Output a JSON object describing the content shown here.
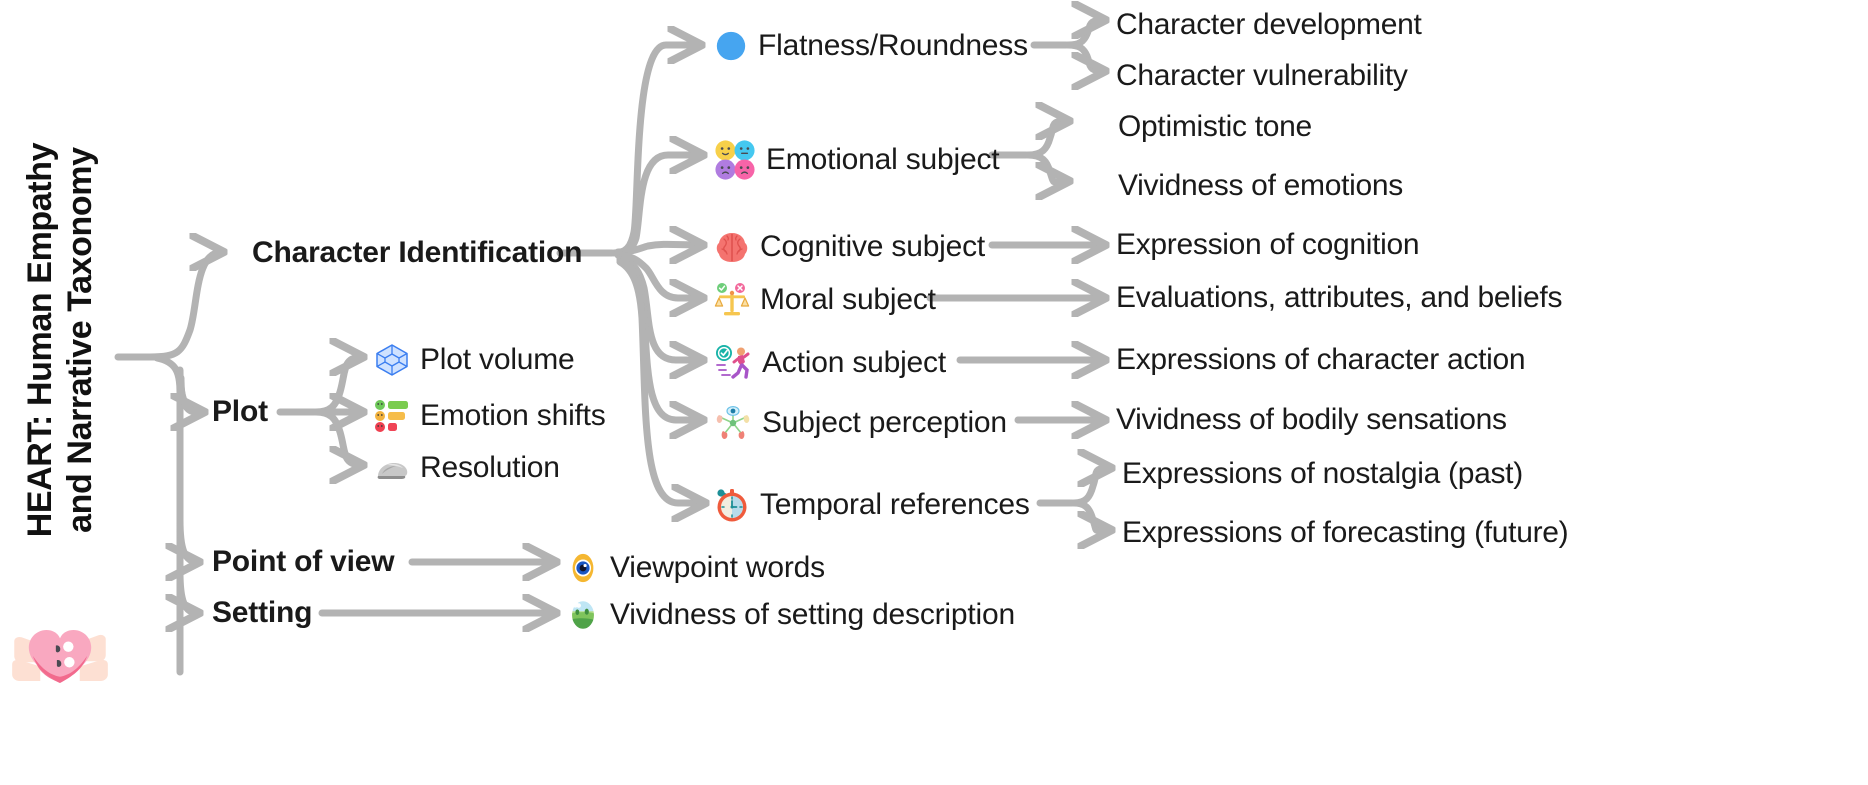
{
  "diagram": {
    "title": "HEART: Human Empathy and Narrative Taxonomy",
    "root_label_line1": "HEART: Human Empathy",
    "root_label_line2": "and Narrative Taxonomy",
    "root_icon": "heart-in-hands-icon",
    "connector_color": "#b3b3b3",
    "text_color": "#1a1a1a"
  },
  "branches": {
    "character_identification": {
      "label": "Character Identification",
      "children": {
        "flatness_roundness": {
          "label": "Flatness/Roundness",
          "icon": "blue-circle-icon",
          "leaves": [
            "Character development",
            "Character vulnerability"
          ]
        },
        "emotional_subject": {
          "label": "Emotional subject",
          "icon": "emotion-faces-cluster-icon",
          "leaves": [
            "Optimistic tone",
            "Vividness of emotions"
          ]
        },
        "cognitive_subject": {
          "label": "Cognitive subject",
          "icon": "brain-icon",
          "leaves": [
            "Expression of cognition"
          ]
        },
        "moral_subject": {
          "label": "Moral subject",
          "icon": "balance-scale-icon",
          "leaves": [
            "Evaluations, attributes, and beliefs"
          ]
        },
        "action_subject": {
          "label": "Action subject",
          "icon": "running-person-check-icon",
          "leaves": [
            "Expressions of character action"
          ]
        },
        "subject_perception": {
          "label": "Subject perception",
          "icon": "five-senses-icon",
          "leaves": [
            "Vividness of bodily sensations"
          ]
        },
        "temporal_references": {
          "label": "Temporal references",
          "icon": "alarm-clock-icon",
          "leaves": [
            "Expressions of nostalgia (past)",
            "Expressions of forecasting (future)"
          ]
        }
      }
    },
    "plot": {
      "label": "Plot",
      "children": {
        "plot_volume": {
          "label": "Plot volume",
          "icon": "wireframe-cube-icon",
          "leaves": []
        },
        "emotion_shifts": {
          "label": "Emotion shifts",
          "icon": "emotion-bar-list-icon",
          "leaves": []
        },
        "resolution": {
          "label": "Resolution",
          "icon": "rock-icon",
          "leaves": []
        }
      }
    },
    "point_of_view": {
      "label": "Point of view",
      "children": {
        "viewpoint_words": {
          "label": "Viewpoint words",
          "icon": "eye-icon",
          "leaves": []
        }
      }
    },
    "setting": {
      "label": "Setting",
      "children": {
        "vividness_of_setting": {
          "label": "Vividness of setting description",
          "icon": "landscape-icon",
          "leaves": []
        }
      }
    }
  }
}
